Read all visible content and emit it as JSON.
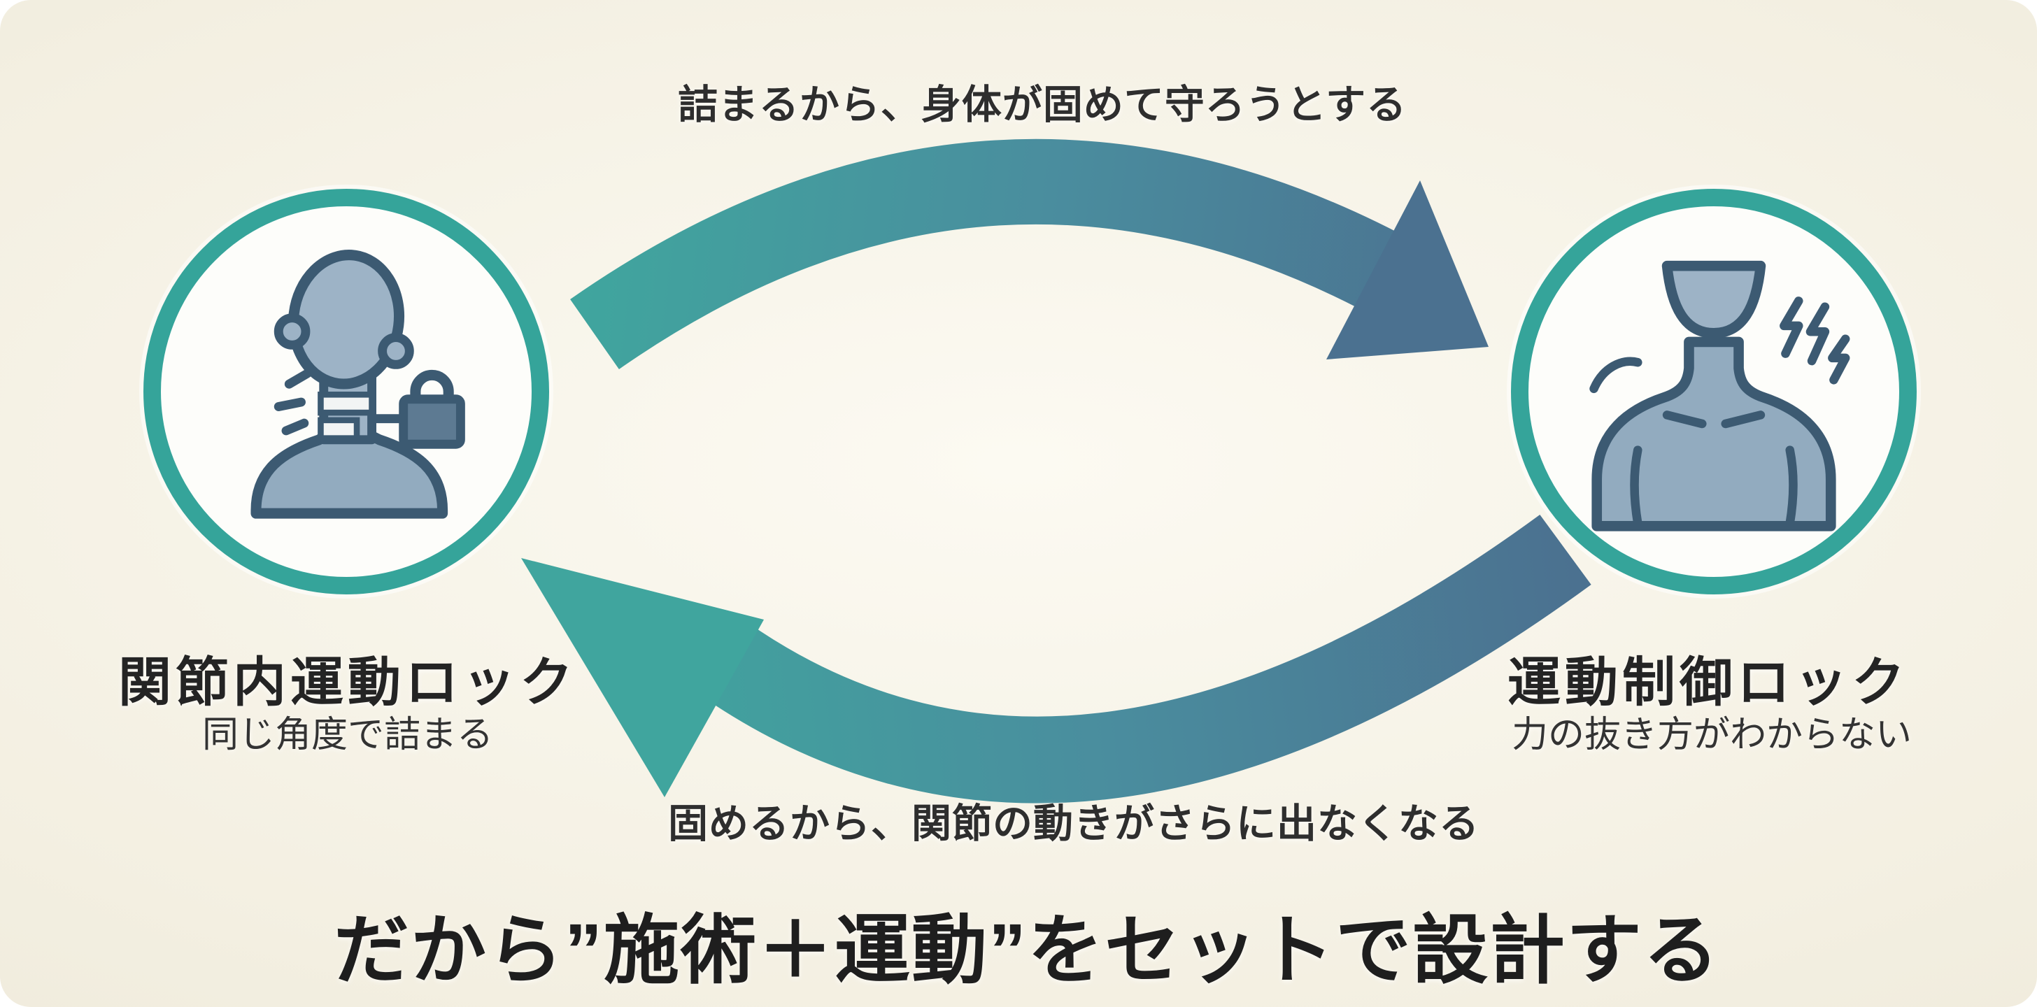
{
  "diagram": {
    "top_arrow_label": "詰まるから、身体が固めて守ろうとする",
    "bottom_arrow_label": "固めるから、関節の動きがさらに出なくなる",
    "left_node": {
      "title": "関節内運動ロック",
      "subtitle": "同じ角度で詰まる",
      "icon": "person-neck-lock-icon"
    },
    "right_node": {
      "title": "運動制御ロック",
      "subtitle": "力の抜き方がわからない",
      "icon": "person-shoulder-tension-icon"
    },
    "conclusion": "だから”施術＋運動”をセットで設計する"
  },
  "colors": {
    "canvas_bg_center": "#fcfaf2",
    "canvas_bg_edge": "#e8e2d2",
    "ring_teal": "#35a49a",
    "arrow_teal": "#40a59e",
    "arrow_mid": "#4a8d9e",
    "arrow_slate": "#4b7190",
    "icon_fill": "#92abbf",
    "icon_head_fill": "#9db3c6",
    "icon_outline": "#3c5a72",
    "lock_fill": "#5d7a92",
    "text_dark": "#2b2b2b"
  }
}
